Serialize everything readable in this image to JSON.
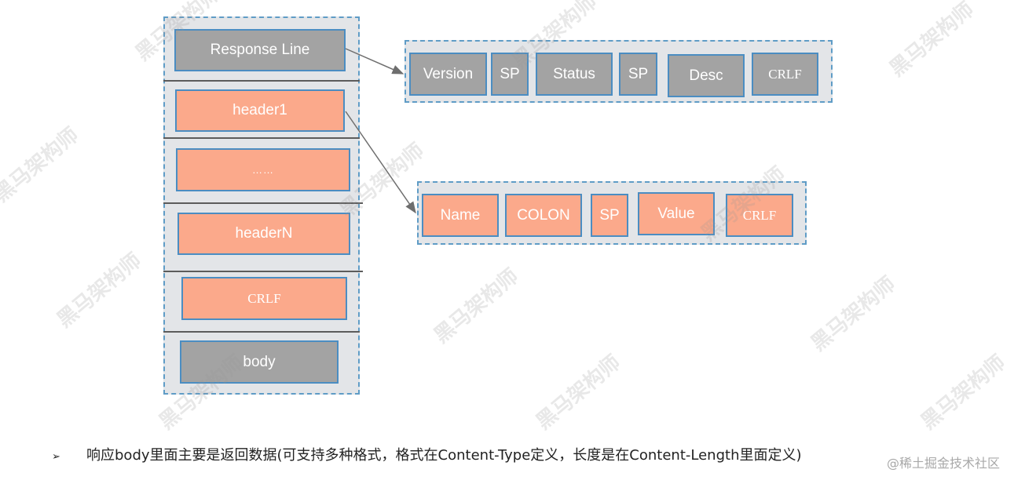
{
  "response_structure": {
    "response_line": "Response Line",
    "header1": "header1",
    "ellipsis": "……",
    "headerN": "headerN",
    "crlf": "CRLF",
    "body": "body"
  },
  "status_line_fields": [
    "Version",
    "SP",
    "Status",
    "SP",
    "Desc",
    "CRLF"
  ],
  "header_fields": [
    "Name",
    "COLON",
    "SP",
    "Value",
    "CRLF"
  ],
  "caption": {
    "bullet": "➢",
    "text": "响应body里面主要是返回数据(可支持多种格式，格式在Content-Type定义，长度是在Content-Length里面定义)"
  },
  "watermark": {
    "text": "黑马架构师",
    "corner": "@稀土掘金技术社区"
  },
  "colors": {
    "container_bg": "#e3e5e8",
    "dashed_border": "#5f9cc6",
    "gray_box": "#a3a3a3",
    "orange_box": "#fba98b",
    "box_border": "#4b8dc2"
  }
}
